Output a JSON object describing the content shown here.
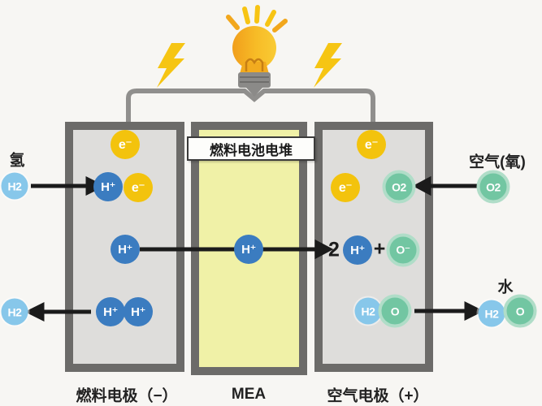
{
  "stack": {
    "label": "燃料电池电堆"
  },
  "electrodes": {
    "fuel_label": "燃料电极（−）",
    "mea_label": "MEA",
    "air_label": "空气电极（+）"
  },
  "io": {
    "hydrogen_label": "氢",
    "air_label": "空气(氧)",
    "water_label": "水"
  },
  "particles": {
    "electron": "e⁻",
    "proton": "H⁺",
    "hydrogen": "H2",
    "oxygen": "O2",
    "oxide": "O⁻",
    "oxygen_atom": "O"
  },
  "reaction": {
    "coefficient": "2",
    "plus_sign": "+"
  },
  "colors": {
    "electron_circle": "#f3c30d",
    "proton_circle": "#3b7cc0",
    "hydrogen_circle": "#87c7ea",
    "oxygen_circle": "#72c6a2",
    "mea_fill": "#f0f1a7",
    "electrode_fill": "#dedddb",
    "electrode_border": "#6c6b69",
    "wire": "#908f8d",
    "lightning": "#f6c513",
    "bulb": "#f5b31f",
    "arrow": "#1b1b1b",
    "background": "#f7f6f3"
  }
}
